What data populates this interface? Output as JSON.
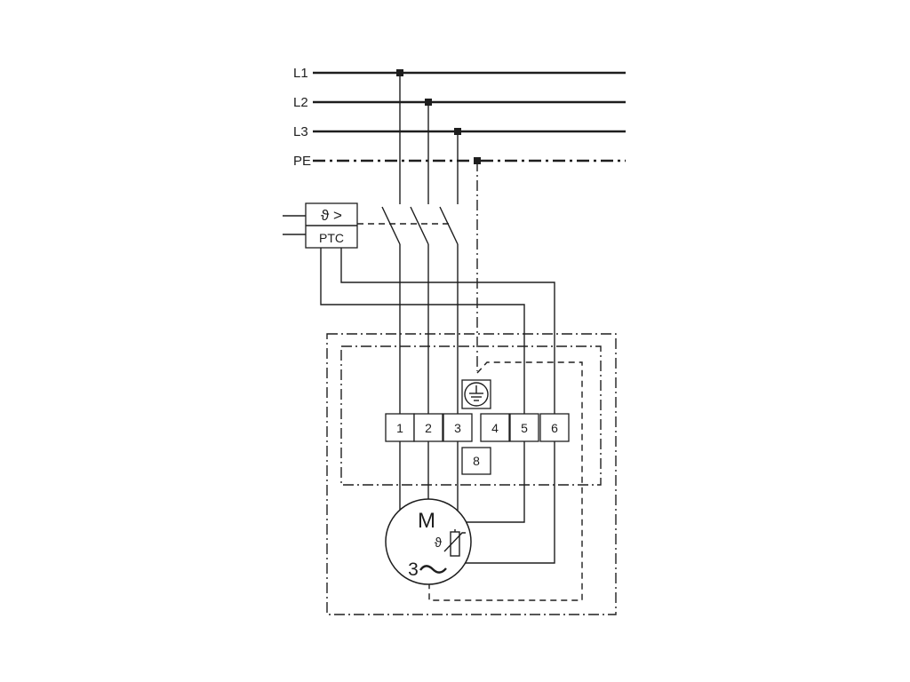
{
  "bus_lines": {
    "l1": "L1",
    "l2": "L2",
    "l3": "L3",
    "pe": "PE"
  },
  "relay": {
    "symbol_top": "ϑ >",
    "label": "PTC"
  },
  "terminals": {
    "t1": "1",
    "t2": "2",
    "t3": "3",
    "t4": "4",
    "t5": "5",
    "t6": "6",
    "t8": "8"
  },
  "motor": {
    "letter": "M",
    "phase_number": "3",
    "thermistor_symbol": "ϑ"
  }
}
